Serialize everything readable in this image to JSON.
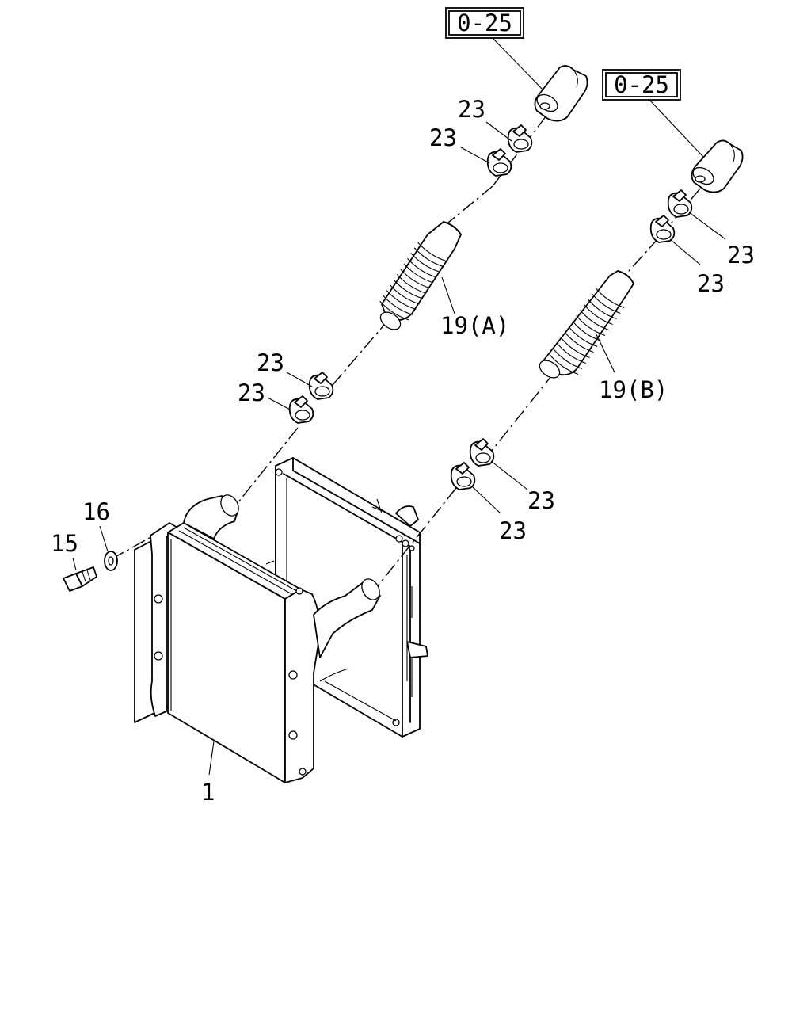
{
  "callouts": {
    "ref_a": "0-25",
    "ref_b": "0-25",
    "part_1": "1",
    "part_15": "15",
    "part_16": "16",
    "part_19a": "19(A)",
    "part_19b": "19(B)",
    "clamp": "23"
  }
}
